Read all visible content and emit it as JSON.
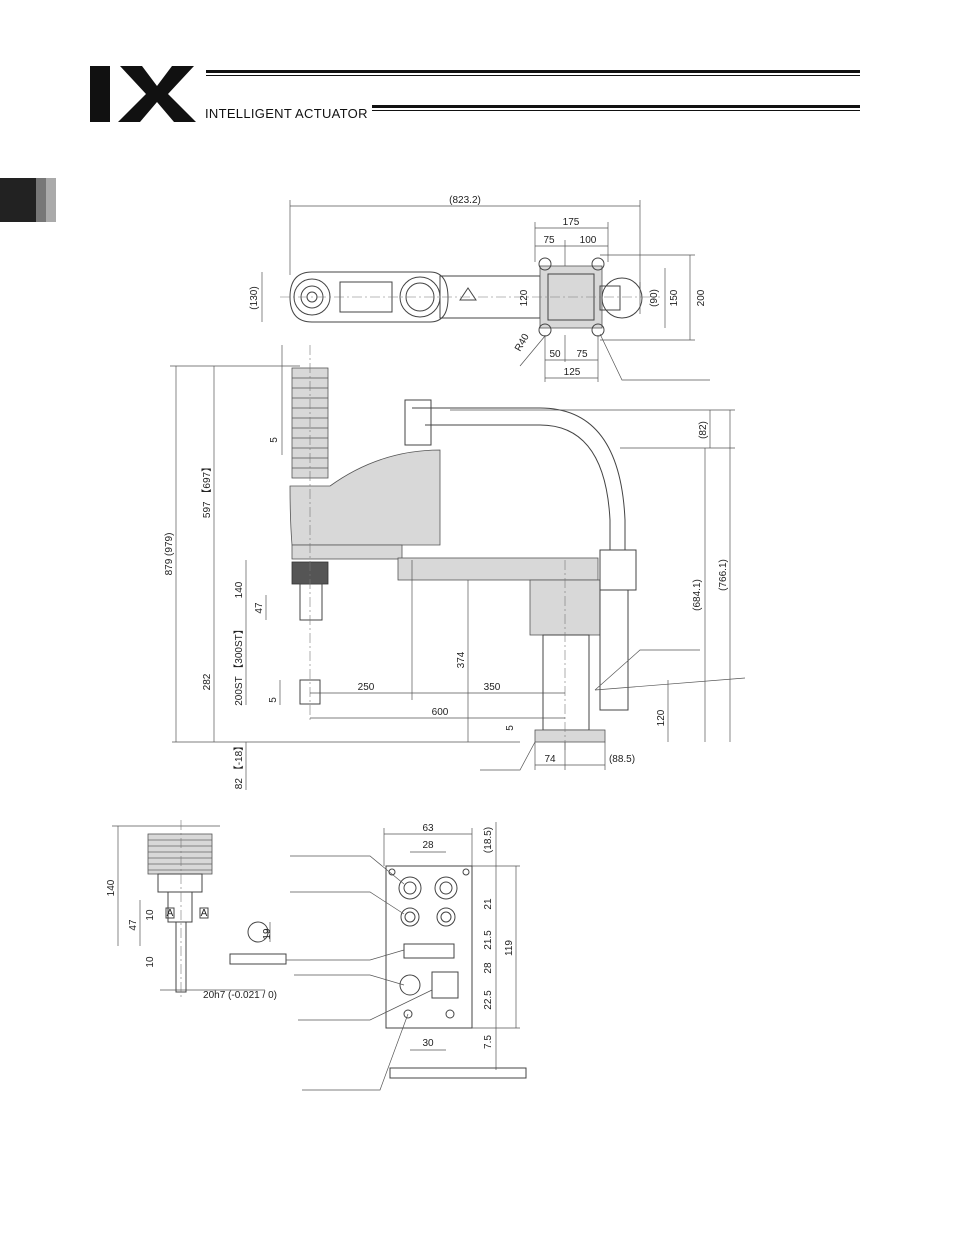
{
  "header": {
    "logo_text": "IX",
    "subtitle": "INTELLIGENT ACTUATOR"
  },
  "top_view": {
    "overall_length": "(823.2)",
    "base_width_175": "175",
    "dim_75_top": "75",
    "dim_100": "100",
    "arm_width": "(130)",
    "dim_120": "120",
    "dim_90": "(90)",
    "dim_150": "150",
    "dim_200": "200",
    "radius": "R40",
    "dim_50": "50",
    "dim_75_bottom": "75",
    "dim_125": "125"
  },
  "side_view": {
    "total_height": "879 (979)",
    "height_597": "597 【697】",
    "dim_5_top": "5",
    "dim_82": "(82)",
    "dim_140": "140",
    "dim_47": "47",
    "stroke": "200ST 【300ST】",
    "dim_282": "282",
    "dim_5_mid": "5",
    "dim_374": "374",
    "dim_684": "(684.1)",
    "dim_766": "(766.1)",
    "dim_250": "250",
    "dim_350": "350",
    "dim_600": "600",
    "dim_5_base": "5",
    "dim_120_base": "120",
    "dim_74": "74",
    "dim_88": "(88.5)",
    "dim_82_bottom": "82 【-18】"
  },
  "shaft_detail": {
    "dim_140": "140",
    "dim_47": "47",
    "dim_10_a": "10",
    "dim_10_b": "10",
    "dim_19": "19",
    "tolerance": "20h7 (-0.021 / 0)",
    "marker_a": "A"
  },
  "connector_panel": {
    "dim_63": "63",
    "dim_28_top": "28",
    "dim_18_5": "(18.5)",
    "dim_21": "21",
    "dim_21_5": "21.5",
    "dim_119": "119",
    "dim_28_side": "28",
    "dim_22_5": "22.5",
    "dim_7_5": "7.5",
    "dim_30": "30"
  }
}
